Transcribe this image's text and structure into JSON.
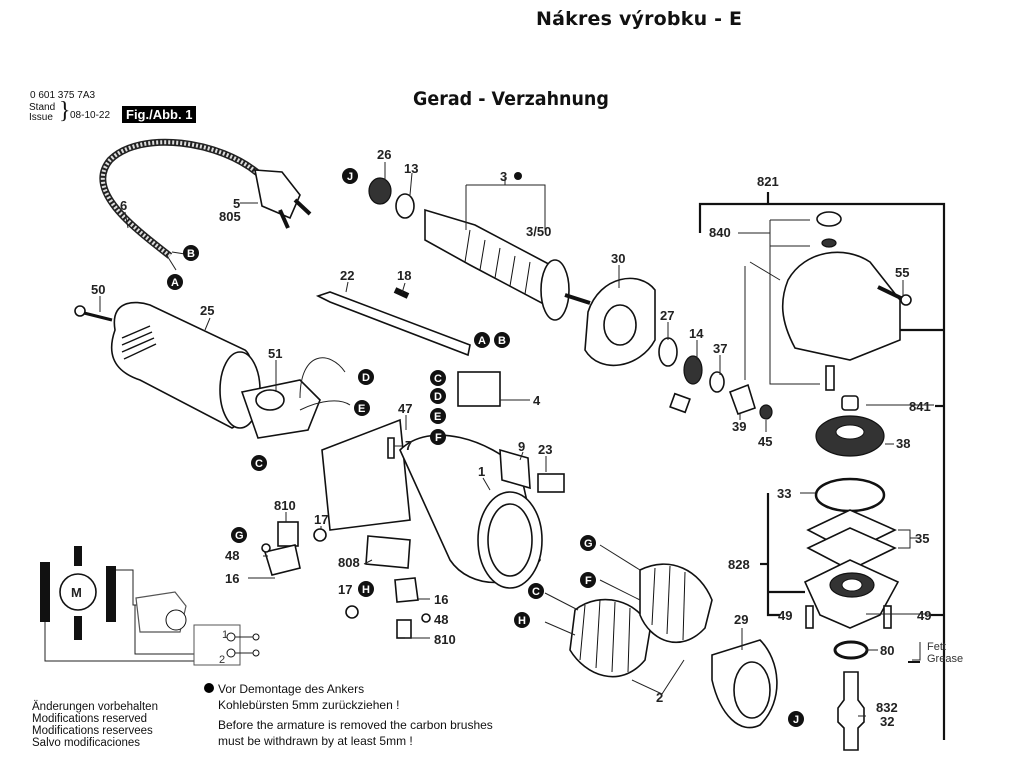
{
  "header": {
    "title": "Nákres výrobku - E",
    "subtitle": "Gerad - Verzahnung",
    "document_number": "0 601 375 7A3",
    "stand_label": "Stand",
    "issue_label": "Issue",
    "issue_date": "08-10-22",
    "figure_badge": "Fig./Abb. 1"
  },
  "notes": {
    "modifications": [
      "Änderungen vorbehalten",
      "Modifications reserved",
      "Modifications reservees",
      "Salvo modificaciones"
    ],
    "warning_de_1": "Vor Demontage des Ankers",
    "warning_de_2": "Kohlebürsten 5mm zurückziehen !",
    "warning_en_1": "Before the armature is removed the carbon brushes",
    "warning_en_2": "must be withdrawn by at least 5mm !"
  },
  "grease": {
    "de": "Fett",
    "en": "Grease"
  },
  "schematic": {
    "motor_label": "M",
    "switch_pos_1": "1",
    "switch_pos_2": "2"
  },
  "part_callouts": {
    "p6": "6",
    "p5": "5",
    "p805": "805",
    "p50": "50",
    "p25": "25",
    "p51": "51",
    "p26": "26",
    "p13": "13",
    "p3": "3",
    "p3_50": "3/50",
    "p22": "22",
    "p18": "18",
    "p30": "30",
    "p27": "27",
    "p14": "14",
    "p37": "37",
    "p39": "39",
    "p45": "45",
    "p4": "4",
    "p47": "47",
    "p7": "7",
    "p9": "9",
    "p23": "23",
    "p1": "1",
    "p810a": "810",
    "p17a": "17",
    "p48a": "48",
    "p16a": "16",
    "p808": "808",
    "p17b": "17",
    "p16b": "16",
    "p48b": "48",
    "p810b": "810",
    "p2": "2",
    "p29": "29",
    "p821": "821",
    "p840": "840",
    "p55": "55",
    "p841": "841",
    "p38": "38",
    "p33": "33",
    "p35": "35",
    "p828": "828",
    "p49a": "49",
    "p49b": "49",
    "p80": "80",
    "p832": "832",
    "p32": "32"
  },
  "connection_markers": {
    "A1": "A",
    "B1": "B",
    "J1": "J",
    "A2": "A",
    "B2": "B",
    "C1": "C",
    "D1": "D",
    "E1": "E",
    "F1": "F",
    "D2": "D",
    "E2": "E",
    "C2": "C",
    "G1": "G",
    "H1": "H",
    "G2": "G",
    "F2": "F",
    "C3": "C",
    "H2": "H",
    "J2": "J"
  }
}
